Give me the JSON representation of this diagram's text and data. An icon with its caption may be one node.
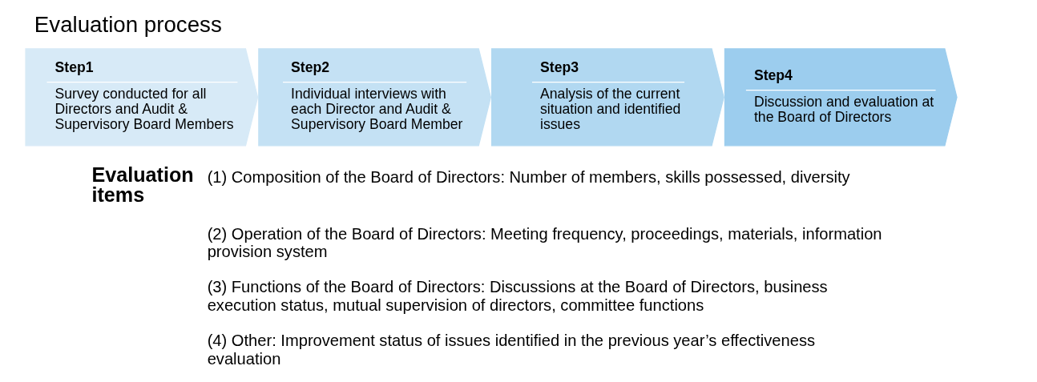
{
  "diagram": {
    "title": "Evaluation process",
    "nodes": [
      {
        "text": [
          "Step1",
          "Survey conducted for all Directors and Audit & Supervisory Board Members"
        ]
      },
      {
        "text": [
          "Step2",
          "Individual interviews with each Director and Audit & Supervisory Board Member"
        ]
      },
      {
        "text": [
          "Step3",
          "Analysis of the current situation and identified issues"
        ]
      },
      {
        "text": [
          "Step4",
          "Discussion and evaluation at the Board of Directors"
        ]
      }
    ],
    "edges": [],
    "labels": [
      "Evaluation items",
      "(1) Composition of the Board of Directors: Number of members, skills possessed, diversity",
      "(2) Operation of the Board of Directors: Meeting frequency, proceedings, materials, information provision system",
      "(3) Functions of the Board of Directors: Discussions at the Board of Directors, business execution status, mutual supervision of directors, committee functions",
      "(4) Other: Improvement status of issues identified in the previous year’s effectiveness evaluation"
    ]
  }
}
